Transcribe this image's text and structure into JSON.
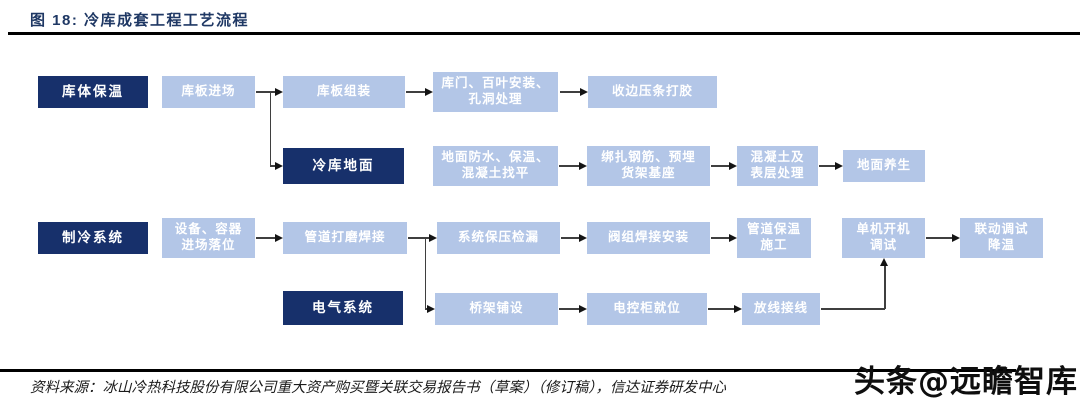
{
  "header": {
    "title": "图 18:  冷库成套工程工艺流程"
  },
  "colors": {
    "dark_box": "#17306b",
    "light_box": "#b3c6e7",
    "connector_line": "#3f3f3f",
    "title_text": "#1f3864"
  },
  "flow": {
    "boxes": [
      {
        "label": "库体保温",
        "type": "dark"
      },
      {
        "label": "库板进场",
        "type": "light"
      },
      {
        "label": "库板组装",
        "type": "light"
      },
      {
        "label": "库门、百叶安装、\n孔洞处理",
        "type": "light"
      },
      {
        "label": "收边压条打胶",
        "type": "light"
      },
      {
        "label": "冷库地面",
        "type": "dark"
      },
      {
        "label": "地面防水、保温、\n混凝土找平",
        "type": "light"
      },
      {
        "label": "绑扎钢筋、预埋\n货架基座",
        "type": "light"
      },
      {
        "label": "混凝土及\n表层处理",
        "type": "light"
      },
      {
        "label": "地面养生",
        "type": "light"
      },
      {
        "label": "制冷系统",
        "type": "dark"
      },
      {
        "label": "设备、容器\n进场落位",
        "type": "light"
      },
      {
        "label": "管道打磨焊接",
        "type": "light"
      },
      {
        "label": "系统保压检漏",
        "type": "light"
      },
      {
        "label": "阀组焊接安装",
        "type": "light"
      },
      {
        "label": "管道保温\n施工",
        "type": "light"
      },
      {
        "label": "单机开机\n调试",
        "type": "light"
      },
      {
        "label": "联动调试\n降温",
        "type": "light"
      },
      {
        "label": "电气系统",
        "type": "dark"
      },
      {
        "label": "桥架铺设",
        "type": "light"
      },
      {
        "label": "电控柜就位",
        "type": "light"
      },
      {
        "label": "放线接线",
        "type": "light"
      }
    ]
  },
  "footer": {
    "source": "资料来源：冰山冷热科技股份有限公司重大资产购买暨关联交易报告书（草案）（修订稿），信达证券研发中心"
  },
  "watermark": {
    "text": "头条@远瞻智库"
  }
}
